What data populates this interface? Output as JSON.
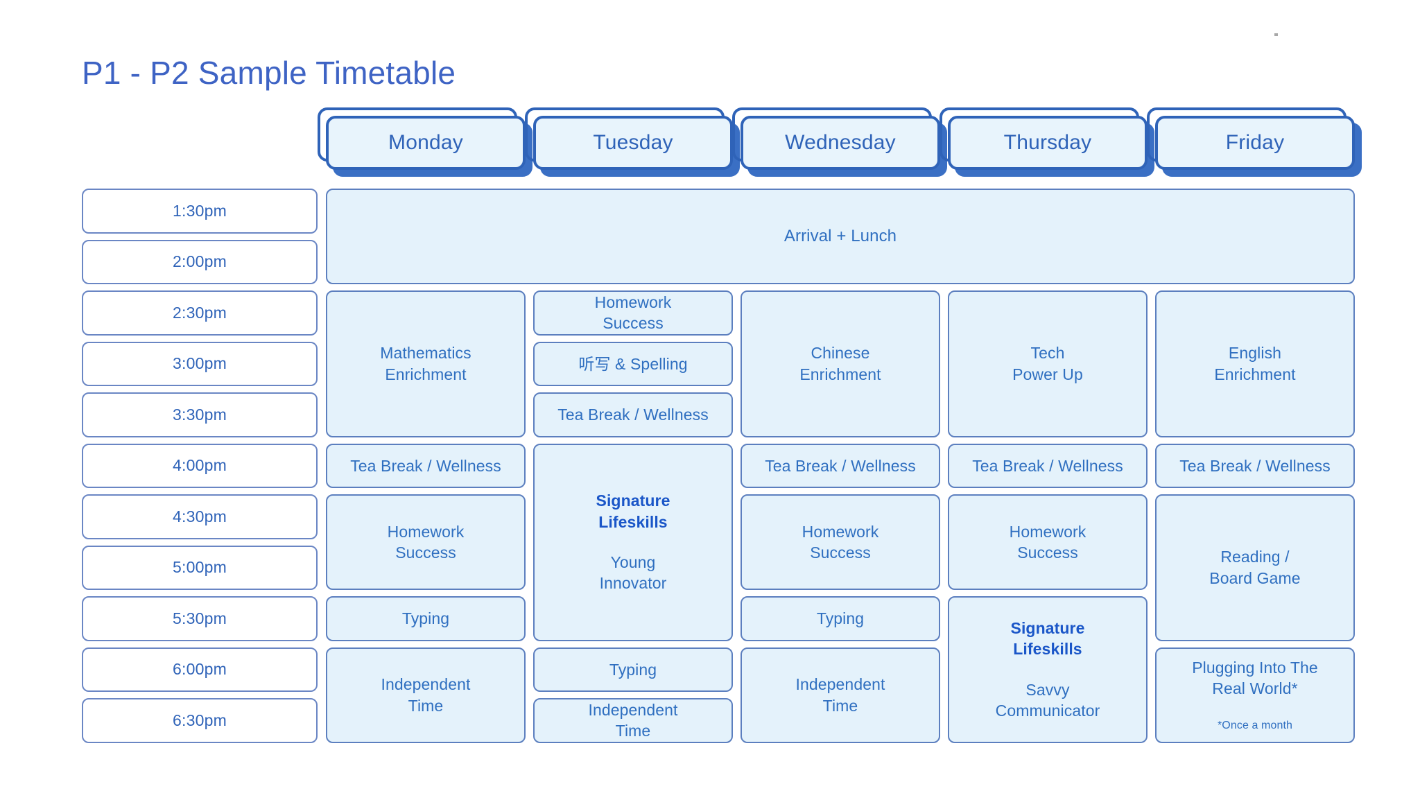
{
  "title": "P1 - P2 Sample Timetable",
  "colors": {
    "accent": "#2f63b8",
    "text_blue": "#2f6fc0",
    "strong_blue": "#1a56c8",
    "cell_fill": "#e4f2fb",
    "header_fill": "#e8f4fc",
    "tab_blue": "#3a6fc4",
    "time_border": "#6a86c4",
    "page_bg": "#ffffff"
  },
  "days": [
    {
      "label": "Monday"
    },
    {
      "label": "Tuesday"
    },
    {
      "label": "Wednesday"
    },
    {
      "label": "Thursday"
    },
    {
      "label": "Friday"
    }
  ],
  "times": [
    {
      "label": "1:30pm"
    },
    {
      "label": "2:00pm"
    },
    {
      "label": "2:30pm"
    },
    {
      "label": "3:00pm"
    },
    {
      "label": "3:30pm"
    },
    {
      "label": "4:00pm"
    },
    {
      "label": "4:30pm"
    },
    {
      "label": "5:00pm"
    },
    {
      "label": "5:30pm"
    },
    {
      "label": "6:00pm"
    },
    {
      "label": "6:30pm"
    }
  ],
  "lunch": {
    "label": "Arrival + Lunch"
  },
  "schedule": {
    "monday": [
      {
        "label": "Mathematics\nEnrichment"
      },
      {
        "label": "Tea Break / Wellness"
      },
      {
        "label": "Homework\nSuccess"
      },
      {
        "label": "Typing"
      },
      {
        "label": "Independent\nTime"
      }
    ],
    "tuesday": [
      {
        "label": "Homework\nSuccess"
      },
      {
        "label": "听写 & Spelling"
      },
      {
        "label": "Tea Break / Wellness"
      },
      {
        "label": "Signature\nLifeskills",
        "sub": "Young\nInnovator",
        "strong": true
      },
      {
        "label": "Typing"
      },
      {
        "label": "Independent\nTime"
      }
    ],
    "wednesday": [
      {
        "label": "Chinese\nEnrichment"
      },
      {
        "label": "Tea Break / Wellness"
      },
      {
        "label": "Homework\nSuccess"
      },
      {
        "label": "Typing"
      },
      {
        "label": "Independent\nTime"
      }
    ],
    "thursday": [
      {
        "label": "Tech\nPower Up"
      },
      {
        "label": "Tea Break / Wellness"
      },
      {
        "label": "Homework\nSuccess"
      },
      {
        "label": "Signature\nLifeskills",
        "sub": "Savvy\nCommunicator",
        "strong": true
      }
    ],
    "friday": [
      {
        "label": "English\nEnrichment"
      },
      {
        "label": "Tea Break / Wellness"
      },
      {
        "label": "Reading /\nBoard Game"
      },
      {
        "label": "Plugging Into The\nReal World*",
        "note": "*Once a month"
      }
    ]
  }
}
